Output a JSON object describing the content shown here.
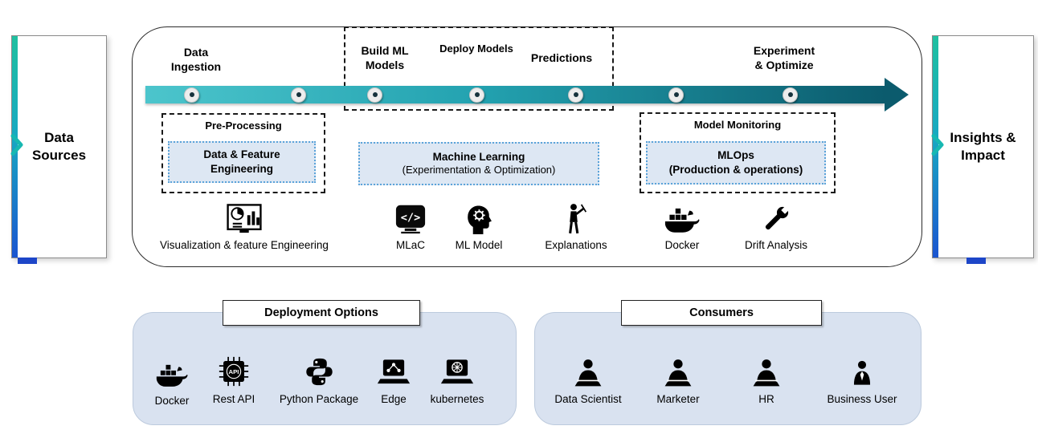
{
  "left_panel": {
    "title": "Data\nSources"
  },
  "right_panel": {
    "title": "Insights &\nImpact"
  },
  "pipeline": {
    "stages": [
      {
        "icon": null,
        "label": "Data\nIngestion"
      },
      {
        "icon": null,
        "label": "Build ML\nModels"
      },
      {
        "icon": null,
        "label": "Deploy Models"
      },
      {
        "icon": null,
        "label": "Predictions"
      },
      {
        "icon": null,
        "label": "Experiment\n& Optimize"
      }
    ],
    "groups": {
      "preprocessing": {
        "label": "Pre-Processing",
        "box": "Data & Feature\nEngineering"
      },
      "ml": {
        "title": "Machine Learning",
        "subtitle": "(Experimentation & Optimization)"
      },
      "monitoring": {
        "label": "Model Monitoring",
        "box_title": "MLOps",
        "box_subtitle": "(Production & operations)"
      }
    },
    "tools": [
      {
        "icon": "chart-icon",
        "label": "Visualization & feature Engineering"
      },
      {
        "icon": "code-icon",
        "label": "MLaC"
      },
      {
        "icon": "ml-model-icon",
        "label": "ML Model"
      },
      {
        "icon": "explanations-icon",
        "label": "Explanations"
      },
      {
        "icon": "docker-icon",
        "label": "Docker"
      },
      {
        "icon": "wrench-icon",
        "label": "Drift Analysis"
      }
    ]
  },
  "deployment": {
    "title": "Deployment Options",
    "items": [
      {
        "icon": "docker-icon",
        "label": "Docker"
      },
      {
        "icon": "api-chip-icon",
        "label": "Rest API"
      },
      {
        "icon": "python-icon",
        "label": "Python Package"
      },
      {
        "icon": "edge-icon",
        "label": "Edge"
      },
      {
        "icon": "kubernetes-icon",
        "label": "kubernetes"
      }
    ]
  },
  "consumers": {
    "title": "Consumers",
    "items": [
      {
        "icon": "person-laptop-icon",
        "label": "Data Scientist"
      },
      {
        "icon": "person-laptop-icon",
        "label": "Marketer"
      },
      {
        "icon": "person-laptop-icon",
        "label": "HR"
      },
      {
        "icon": "business-user-icon",
        "label": "Business User"
      }
    ]
  },
  "glyphs": {
    "code": "</>",
    "api": "API"
  },
  "colors": {
    "arrow_start": "#4cc5cc",
    "arrow_end": "#0b5b6d",
    "light_box_fill": "#dde7f3",
    "light_box_border": "#5ba3d9",
    "group_fill": "#d9e2f0",
    "accent_teal": "#1fc0a0",
    "accent_blue": "#1b55d0"
  }
}
